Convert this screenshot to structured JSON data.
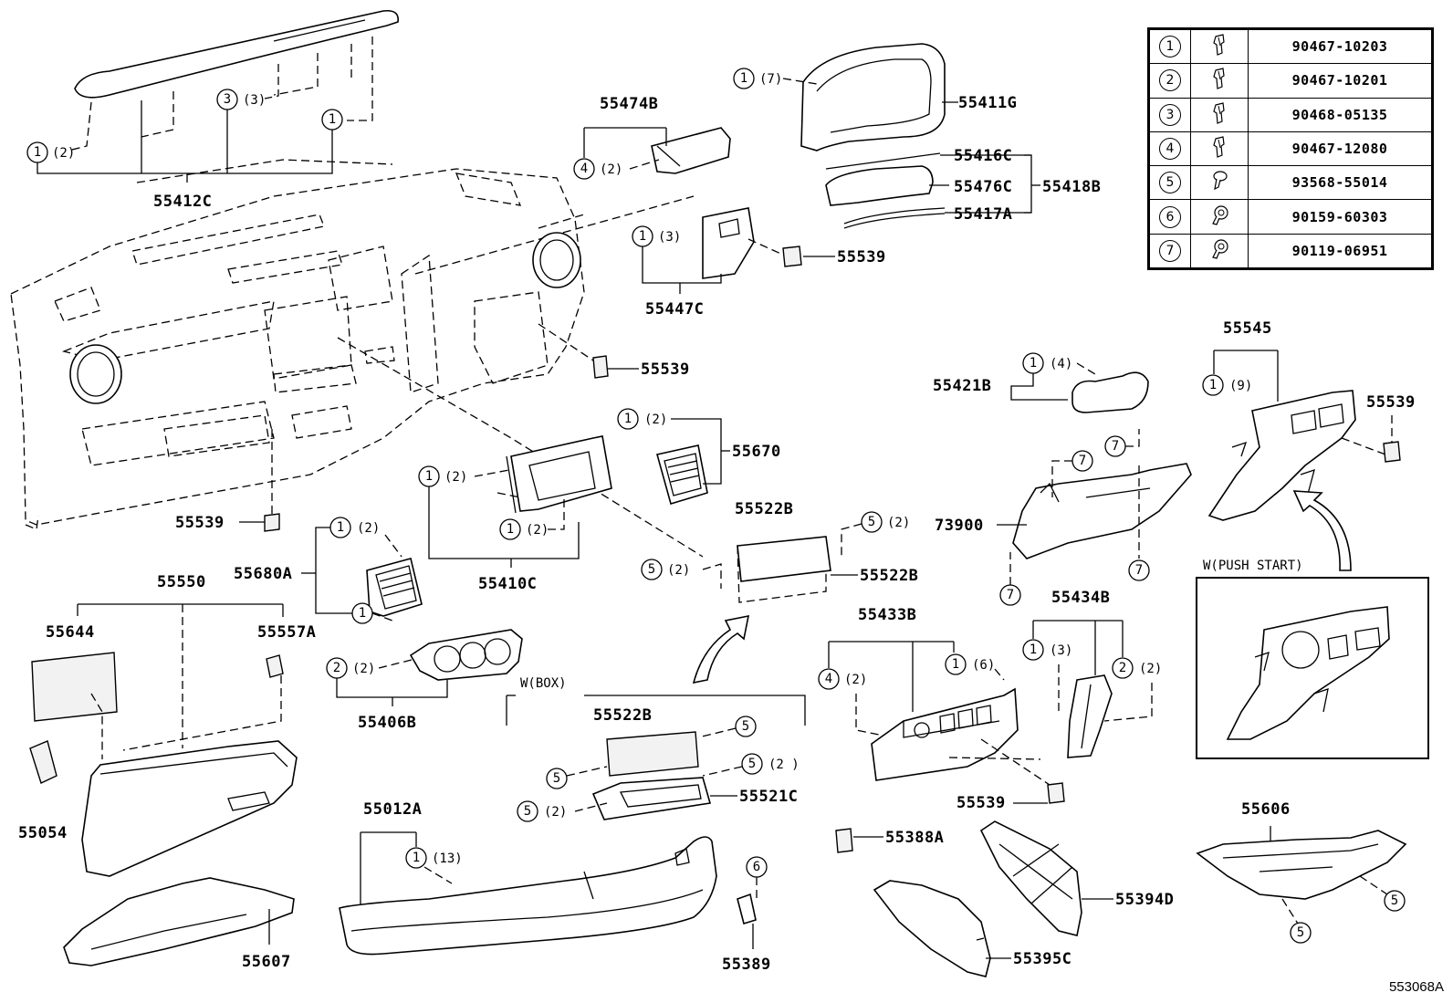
{
  "legend": {
    "rows": [
      {
        "no": "1",
        "icon": "clip-icon",
        "part": "90467-10203"
      },
      {
        "no": "2",
        "icon": "clip-icon",
        "part": "90467-10201"
      },
      {
        "no": "3",
        "icon": "clip-icon",
        "part": "90468-05135"
      },
      {
        "no": "4",
        "icon": "clip-icon",
        "part": "90467-12080"
      },
      {
        "no": "5",
        "icon": "screw-icon",
        "part": "93568-55014"
      },
      {
        "no": "6",
        "icon": "bolt-icon",
        "part": "90159-60303"
      },
      {
        "no": "7",
        "icon": "bolt-icon",
        "part": "90119-06951"
      }
    ]
  },
  "labels": {
    "p55412C": "55412C",
    "p55474B": "55474B",
    "p55411G": "55411G",
    "p55416C": "55416C",
    "p55476C": "55476C",
    "p55418B": "55418B",
    "p55417A": "55417A",
    "p55539": "55539",
    "p55447C": "55447C",
    "p55670": "55670",
    "p55410C": "55410C",
    "p55680A": "55680A",
    "p55522B": "55522B",
    "p55550": "55550",
    "p55644": "55644",
    "p55557A": "55557A",
    "p55406B": "55406B",
    "p55054": "55054",
    "p55607": "55607",
    "p55012A": "55012A",
    "p55521C": "55521C",
    "p55389": "55389",
    "p55421B": "55421B",
    "p73900": "73900",
    "p55433B": "55433B",
    "p55434B": "55434B",
    "p55388A": "55388A",
    "p55394D": "55394D",
    "p55395C": "55395C",
    "p55545": "55545",
    "p55606": "55606",
    "wbox": "W(BOX)",
    "wpush": "W(PUSH START)",
    "ref": "553068A"
  },
  "qty": {
    "q2": "(2)",
    "q3": "(3)",
    "q4": "(4)",
    "q6": "(6)",
    "q7": "(7)",
    "q9": "(9)",
    "q13": "(13)",
    "q2s": "(2 )"
  },
  "callouts": {
    "c1": "1",
    "c2": "2",
    "c3": "3",
    "c4": "4",
    "c5": "5",
    "c6": "6",
    "c7": "7"
  }
}
